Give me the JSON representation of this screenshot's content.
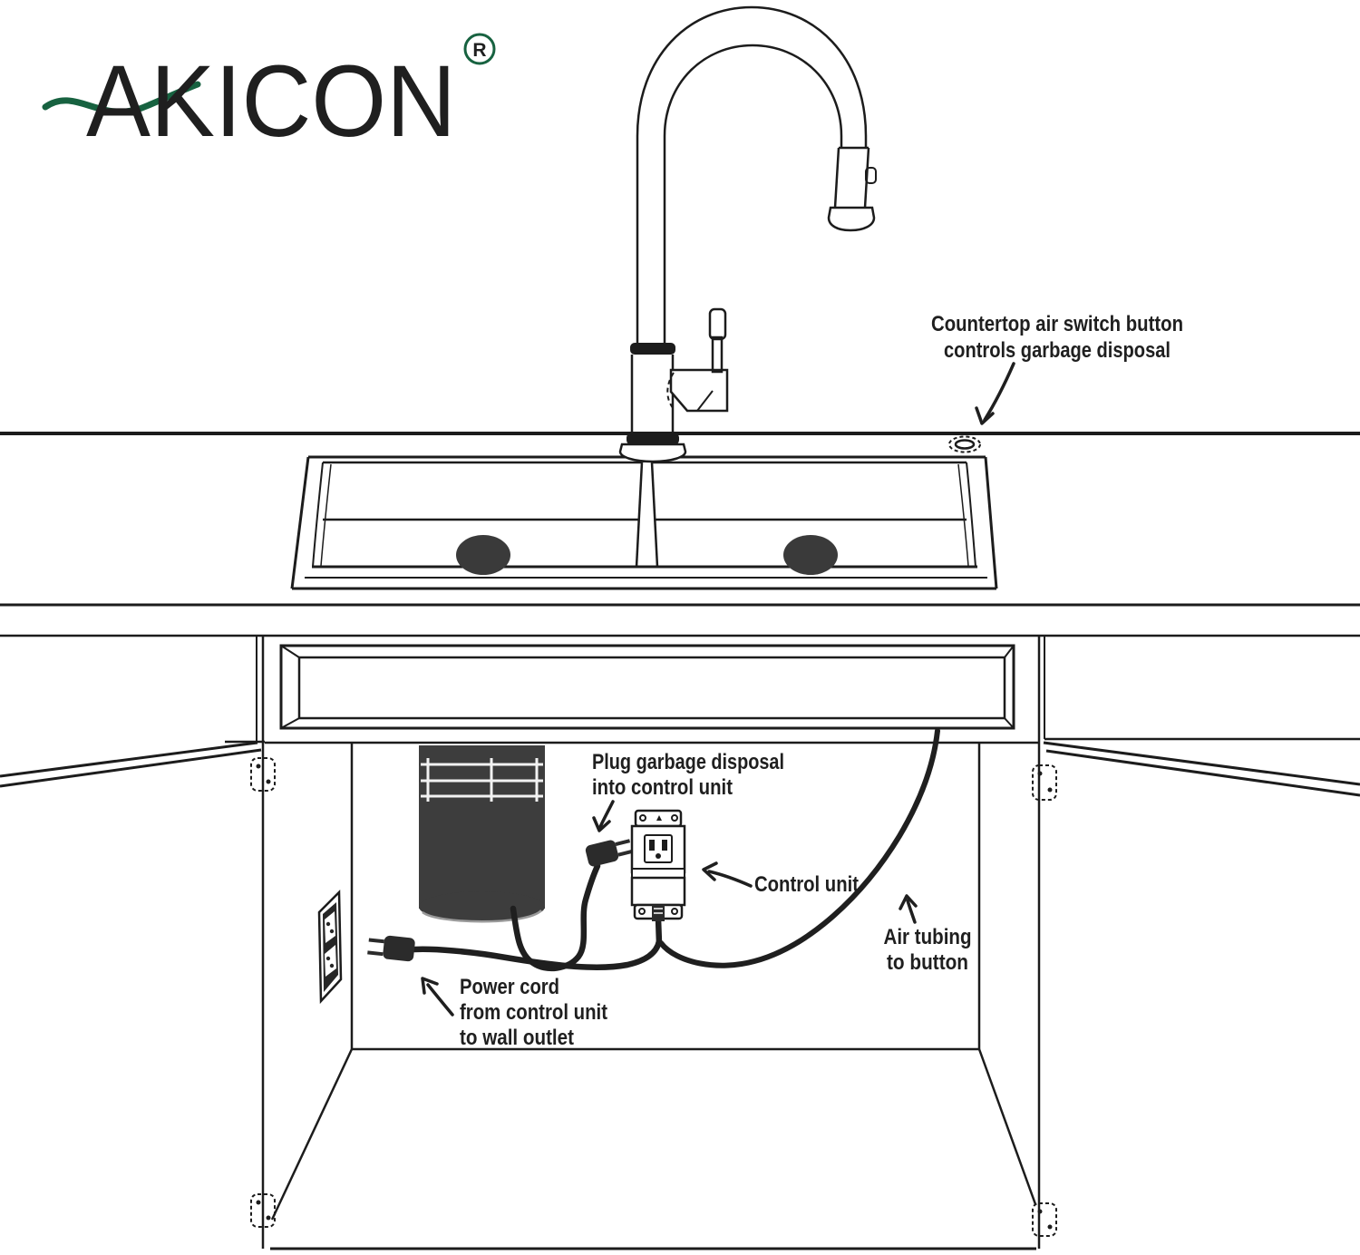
{
  "logo": {
    "text": "AKICON",
    "registered": "R"
  },
  "colors": {
    "brand": "#176240",
    "ink": "#1c1c1c",
    "disposal": "#3d3d3d"
  },
  "annotations": {
    "countertop_switch": {
      "line1": "Countertop air switch button",
      "line2": "controls garbage disposal"
    },
    "plug_disposal": {
      "line1": "Plug garbage disposal",
      "line2": "into control unit"
    },
    "control_unit": {
      "label": "Control unit"
    },
    "air_tubing": {
      "line1": "Air tubing",
      "line2": "to button"
    },
    "power_cord": {
      "line1": "Power cord",
      "line2": "from control unit",
      "line3": "to wall outlet"
    }
  }
}
